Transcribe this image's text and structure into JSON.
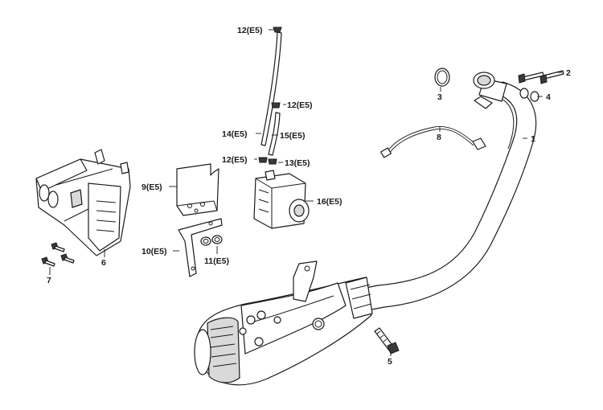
{
  "diagram": {
    "callouts": [
      {
        "id": "1",
        "label": "1"
      },
      {
        "id": "2",
        "label": "2"
      },
      {
        "id": "3",
        "label": "3"
      },
      {
        "id": "4",
        "label": "4"
      },
      {
        "id": "5",
        "label": "5"
      },
      {
        "id": "6",
        "label": "6"
      },
      {
        "id": "7",
        "label": "7"
      },
      {
        "id": "8",
        "label": "8"
      },
      {
        "id": "9",
        "label": "9(E5)"
      },
      {
        "id": "10",
        "label": "10(E5)"
      },
      {
        "id": "11",
        "label": "11(E5)"
      },
      {
        "id": "12a",
        "label": "12(E5)"
      },
      {
        "id": "12b",
        "label": "12(E5)"
      },
      {
        "id": "12c",
        "label": "12(E5)"
      },
      {
        "id": "13",
        "label": "13(E5)"
      },
      {
        "id": "14",
        "label": "14(E5)"
      },
      {
        "id": "15",
        "label": "15(E5)"
      },
      {
        "id": "16",
        "label": "16(E5)"
      }
    ]
  }
}
